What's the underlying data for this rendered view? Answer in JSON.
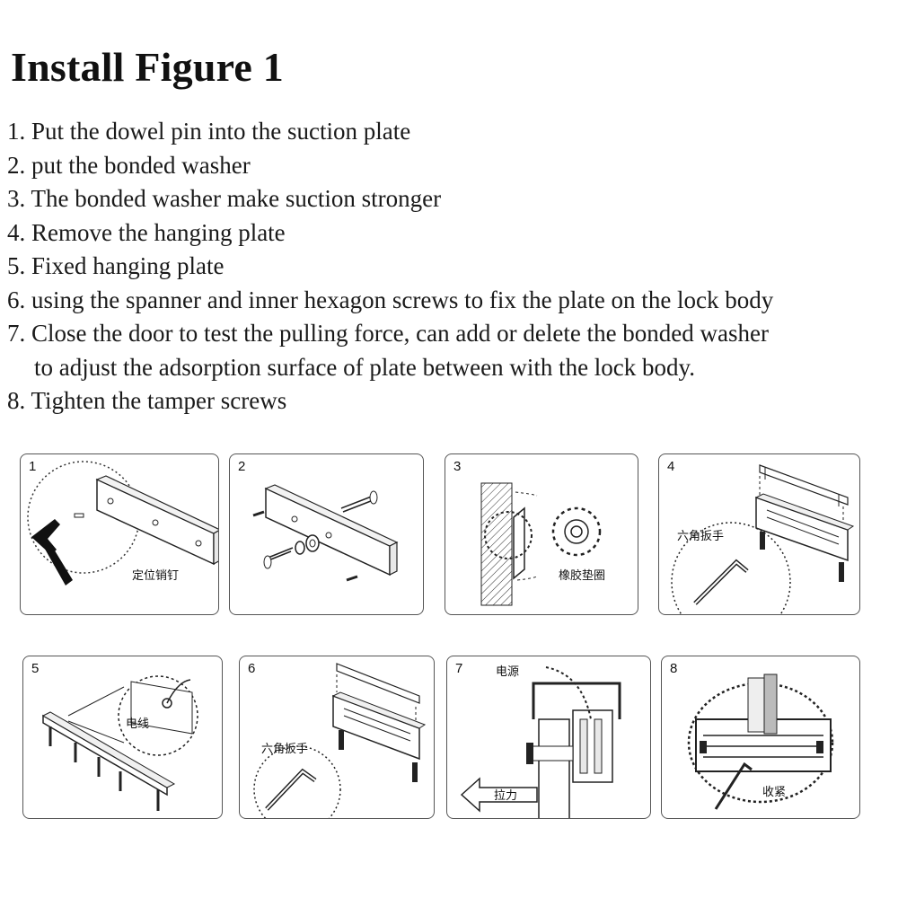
{
  "title": "Install Figure 1",
  "steps": [
    "1. Put the dowel pin into the suction plate",
    "2. put the bonded washer",
    "3. The bonded washer make suction stronger",
    "4. Remove the hanging plate",
    "5. Fixed hanging plate",
    "6. using the spanner and inner hexagon screws to fix the plate on the lock body",
    "7. Close the door to test the pulling force, can add or delete the bonded washer",
    "to adjust the adsorption surface of plate between with the lock body.",
    "8. Tighten the tamper screws"
  ],
  "panels": [
    {
      "number": "1",
      "caption": "定位销钉"
    },
    {
      "number": "2",
      "caption": ""
    },
    {
      "number": "3",
      "caption": "橡胶垫圈"
    },
    {
      "number": "4",
      "caption": "六角扳手"
    },
    {
      "number": "5",
      "caption": "电线"
    },
    {
      "number": "6",
      "caption": "六角扳手"
    },
    {
      "number": "7",
      "caption": "电源",
      "caption2": "拉力"
    },
    {
      "number": "8",
      "caption": "收紧"
    }
  ],
  "icons": [
    "hammer-icon",
    "arrow-left-icon",
    "hex-wrench-icon"
  ]
}
